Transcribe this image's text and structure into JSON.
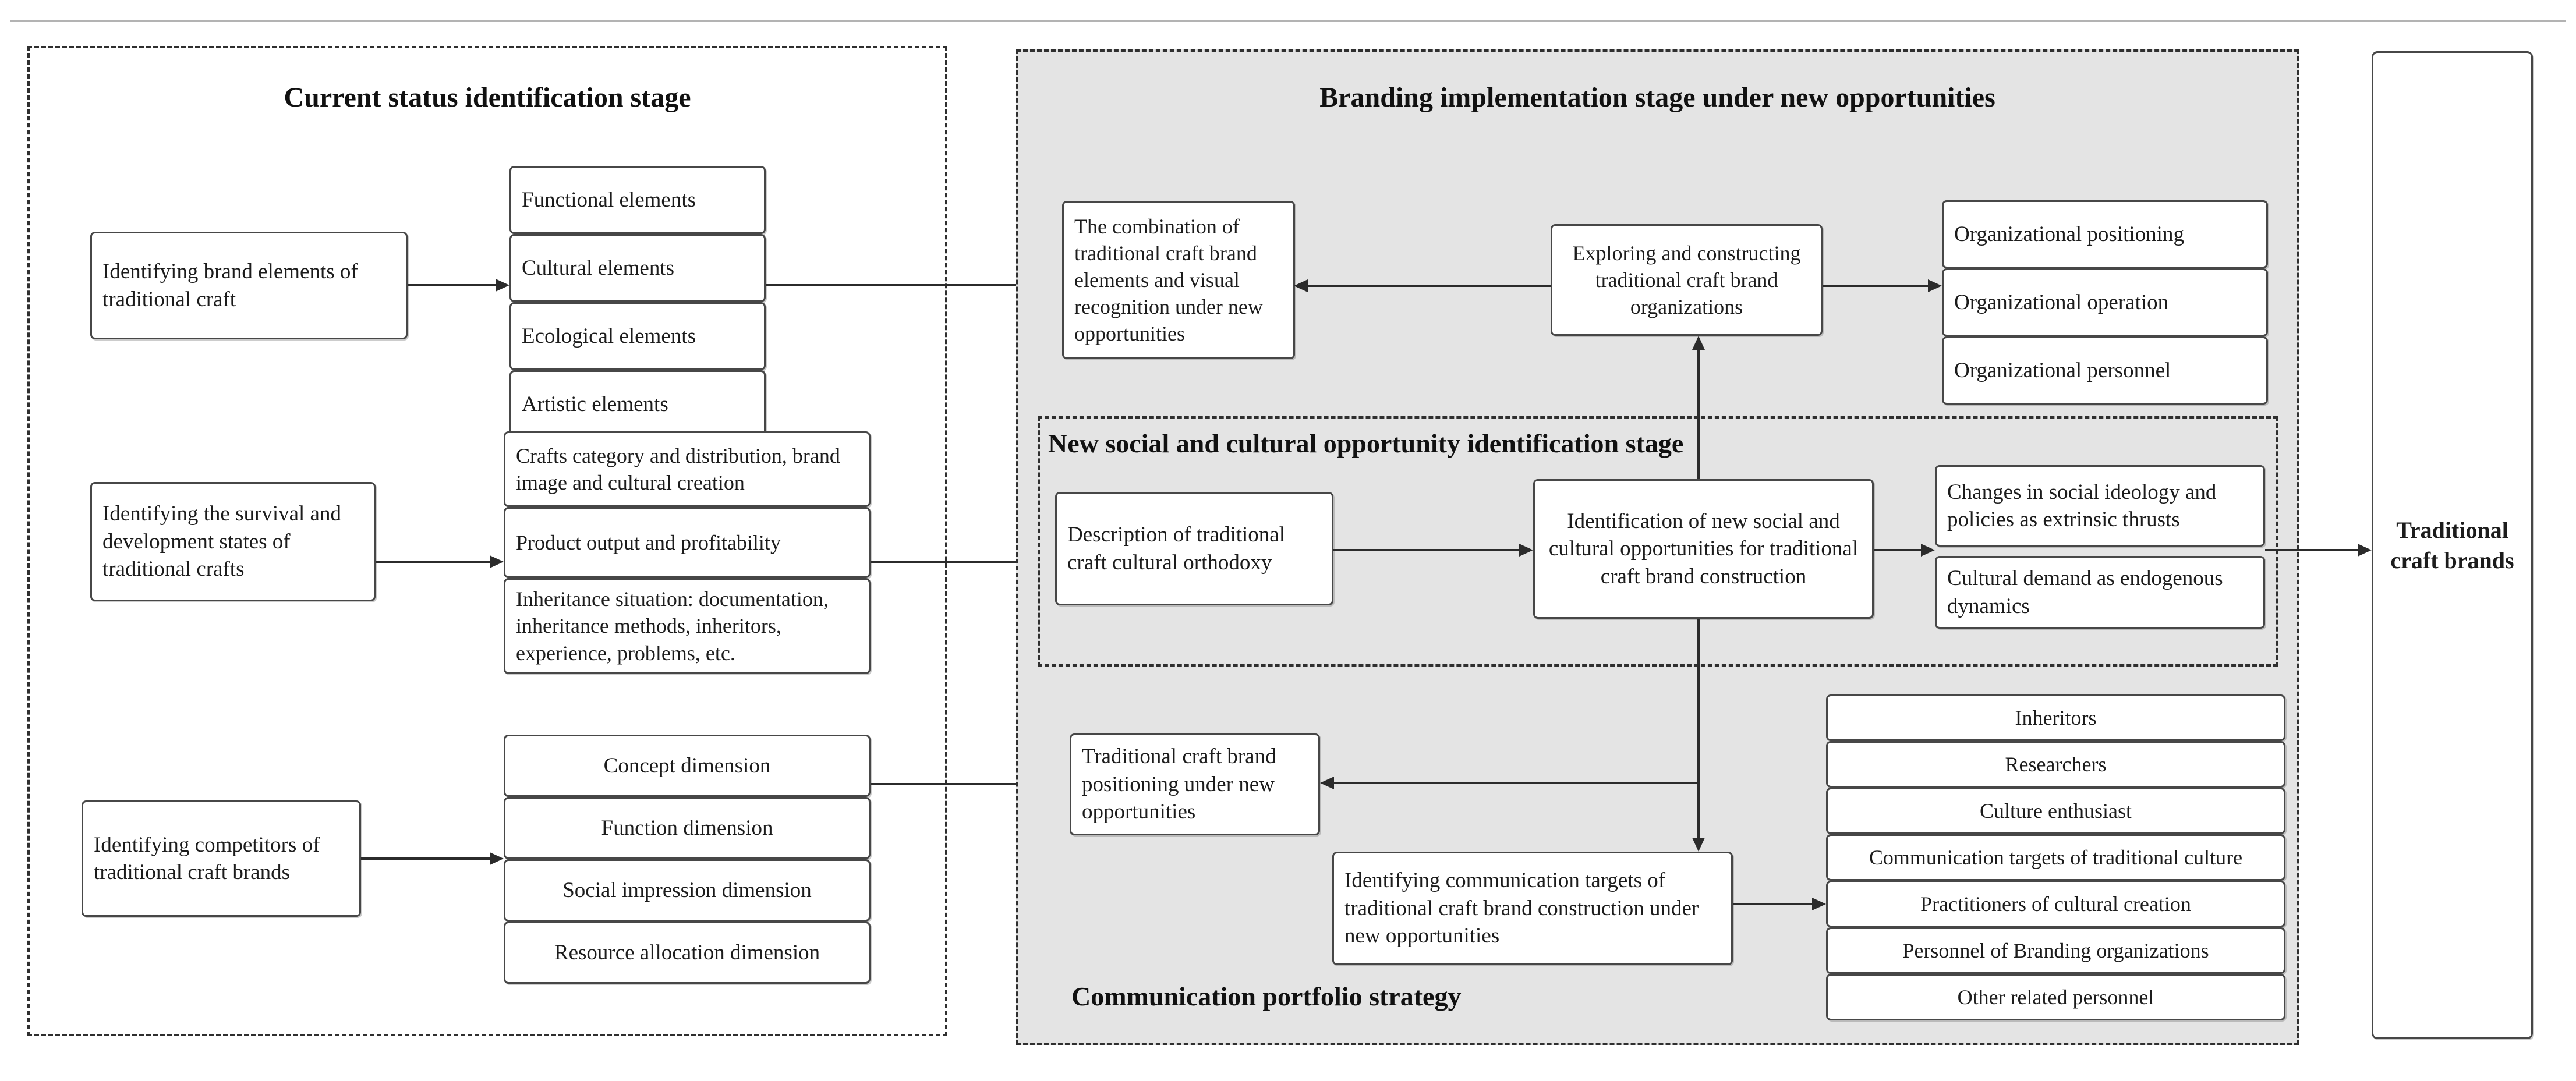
{
  "diagram": {
    "left_panel": {
      "title": "Current status identification stage",
      "rows": [
        {
          "source": "Identifying brand elements of traditional craft",
          "items": [
            "Functional elements",
            "Cultural elements",
            "Ecological elements",
            "Artistic elements"
          ]
        },
        {
          "source": "Identifying the survival and development states of traditional crafts",
          "items": [
            "Crafts category and distribution, brand image and cultural creation",
            "Product output and profitability",
            "Inheritance situation: documentation, inheritance methods, inheritors, experience, problems, etc."
          ]
        },
        {
          "source": "Identifying competitors of traditional craft brands",
          "items": [
            "Concept dimension",
            "Function dimension",
            "Social impression dimension",
            "Resource allocation dimension"
          ]
        }
      ]
    },
    "implementation_panel": {
      "title": "Branding implementation stage under new opportunities",
      "combination_box": "The combination of traditional craft brand elements and visual recognition under new opportunities",
      "exploring_box": "Exploring and constructing traditional craft brand organizations",
      "organization_items": [
        "Organizational positioning",
        "Organizational operation",
        "Organizational personnel"
      ],
      "opportunity_panel": {
        "title": "New social and cultural opportunity identification stage",
        "description_box": "Description of traditional craft cultural orthodoxy",
        "identification_box": "Identification of new social and cultural opportunities for traditional craft brand construction",
        "extrinsic_box": "Changes in social ideology and policies as extrinsic thrusts",
        "endogenous_box": "Cultural demand as endogenous dynamics"
      },
      "positioning_box": "Traditional craft brand positioning under new opportunities",
      "targets_box": "Identifying communication targets of traditional craft brand construction under new opportunities",
      "target_items": [
        "Inheritors",
        "Researchers",
        "Culture enthusiast",
        "Communication targets of traditional culture",
        "Practitioners of cultural creation",
        "Personnel of Branding organizations",
        "Other related personnel"
      ],
      "strategy_label": "Communication portfolio strategy"
    },
    "output_box": "Traditional craft brands",
    "colors": {
      "panel_gray": "#e4e4e4",
      "line": "#2b2b2b",
      "top_rule": "#b3b3b3"
    }
  }
}
